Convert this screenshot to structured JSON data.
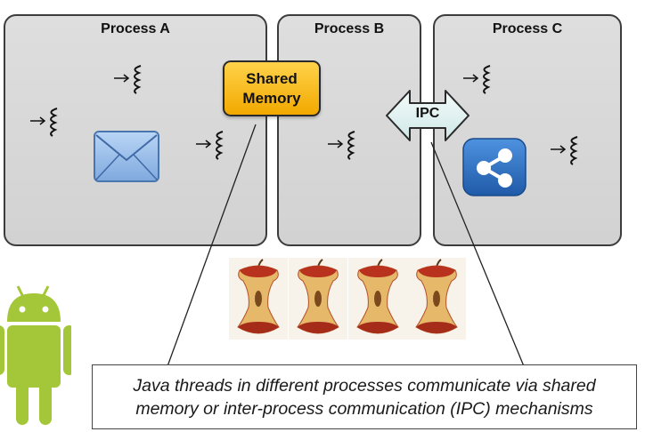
{
  "processes": [
    {
      "title": "Process A"
    },
    {
      "title": "Process B"
    },
    {
      "title": "Process C"
    }
  ],
  "shared_memory": {
    "line1": "Shared",
    "line2": "Memory",
    "color": "#f5b800"
  },
  "ipc": {
    "label": "IPC",
    "color": "#e4f2f2"
  },
  "caption": {
    "line1": "Java threads in different processes communicate via shared",
    "line2": "memory or inter-process communication (IPC) mechanisms"
  },
  "icons": {
    "thread": "thread-squiggle-icon",
    "mail": "envelope-icon",
    "share": "share-icon",
    "apple": "apple-core-icon",
    "android": "android-robot-icon"
  },
  "colors": {
    "process_bg": "#d8d8d8",
    "android_green": "#a4c639",
    "share_blue": "#2d72c4",
    "envelope_blue": "#8fb9e8"
  }
}
